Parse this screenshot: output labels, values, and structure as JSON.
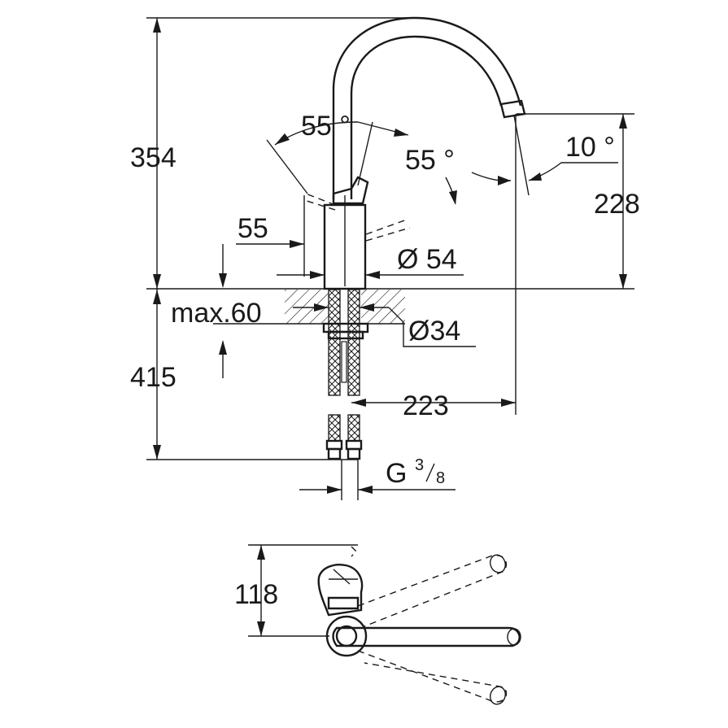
{
  "drawing": {
    "dimensions": {
      "height_top": "354",
      "height_bottom": "415",
      "spout_height": "228",
      "reach": "223",
      "lever_angle_a": "55 °",
      "lever_angle_b": "55 °",
      "spout_angle": "10 °",
      "lever_offset": "55",
      "body_diameter": "Ø 54",
      "mount_hole": "Ø34",
      "max_deck": "max.60",
      "thread": "G",
      "thread_num": "3",
      "thread_den": "8",
      "plan_depth": "118"
    }
  }
}
